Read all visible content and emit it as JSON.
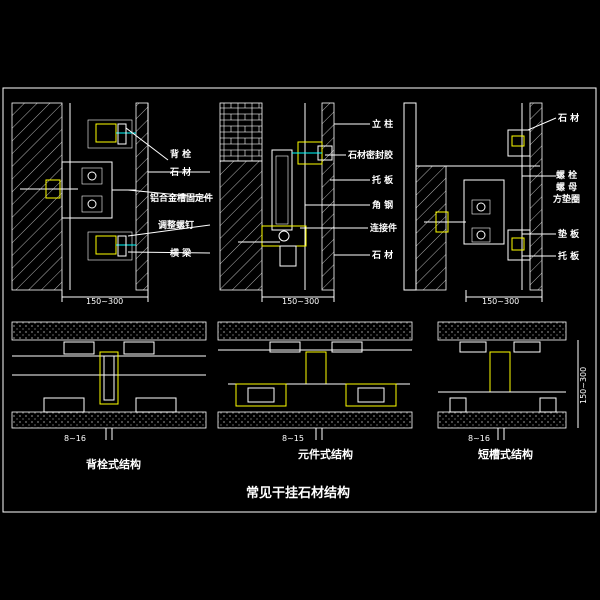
{
  "title": "常见干挂石材结构",
  "panels": [
    {
      "caption": "背栓式结构",
      "labels": [
        "背 栓",
        "石 材",
        "铝合金槽固定件",
        "调整螺钉",
        "横 梁"
      ],
      "dim_width": "150~300",
      "dim_gap": "8~16"
    },
    {
      "caption": "元件式结构",
      "labels": [
        "立 柱",
        "石材密封胶",
        "托 板",
        "角 钢",
        "连接件",
        "石 材"
      ],
      "dim_width": "150~300",
      "dim_gap": "8~15"
    },
    {
      "caption": "短槽式结构",
      "labels": [
        "石 材",
        "螺 栓",
        "螺 母",
        "方垫圈",
        "垫 板",
        "托 板"
      ],
      "dim_width": "150~300",
      "dim_gap": "8~16",
      "dim_height": "150~300"
    }
  ]
}
